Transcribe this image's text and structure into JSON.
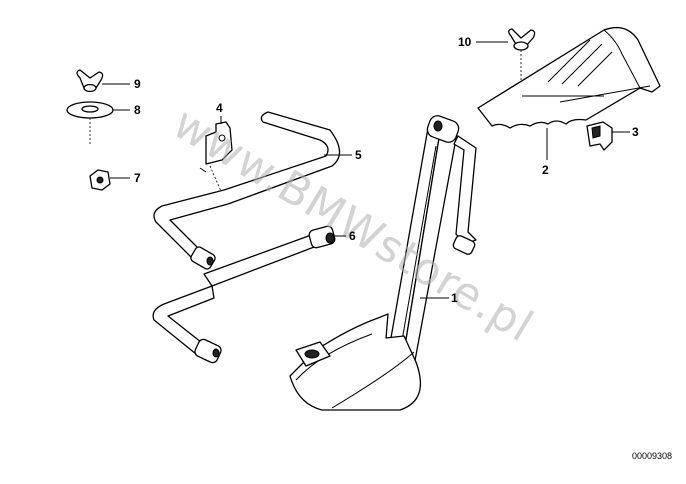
{
  "watermark": "www.BMWstore.pl",
  "reference_code": "00009308",
  "callouts": {
    "c1": "1",
    "c2": "2",
    "c3": "3",
    "c4": "4",
    "c5": "5",
    "c6": "6",
    "c7": "7",
    "c8": "8",
    "c9": "9",
    "c10": "10"
  }
}
